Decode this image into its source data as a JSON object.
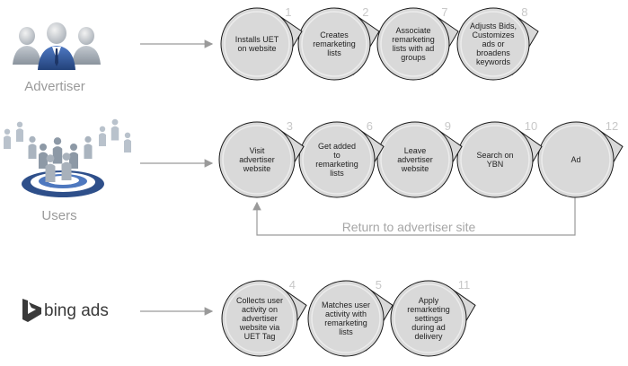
{
  "actors": {
    "advertiser": "Advertiser",
    "users": "Users",
    "bing": "bing ads"
  },
  "advertiser_steps": [
    {
      "number": "1",
      "lines": [
        "Installs UET",
        "on website"
      ]
    },
    {
      "number": "2",
      "lines": [
        "Creates",
        "remarketing",
        "lists"
      ]
    },
    {
      "number": "7",
      "lines": [
        "Associate",
        "remarketing",
        "lists with ad",
        "groups"
      ]
    },
    {
      "number": "8",
      "lines": [
        "Adjusts Bids,",
        "Customizes",
        "ads or",
        "broadens",
        "keywords"
      ]
    }
  ],
  "user_steps": [
    {
      "number": "3",
      "lines": [
        "Visit",
        "advertiser",
        "website"
      ]
    },
    {
      "number": "6",
      "lines": [
        "Get added",
        "to",
        "remarketing",
        "lists"
      ]
    },
    {
      "number": "9",
      "lines": [
        "Leave",
        "advertiser",
        "website"
      ]
    },
    {
      "number": "10",
      "lines": [
        "Search on",
        "YBN"
      ]
    },
    {
      "number": "12",
      "lines": [
        "Ad"
      ]
    }
  ],
  "bing_steps": [
    {
      "number": "4",
      "lines": [
        "Collects user",
        "activity on",
        "advertiser",
        "website via",
        "UET Tag"
      ]
    },
    {
      "number": "5",
      "lines": [
        "Matches user",
        "activity with",
        "remarketing",
        "lists"
      ]
    },
    {
      "number": "11",
      "lines": [
        "Apply",
        "remarketing",
        "settings",
        "during ad",
        "delivery"
      ]
    }
  ],
  "return_label": "Return to advertiser site",
  "colors": {
    "circle_fill": "#d9d9d9",
    "circle_stroke": "#1a1a1a",
    "connector": "#9a9a9a",
    "person_blue": "#2f5597",
    "person_grey": "#9aa3ad",
    "target_blue": "#2e4f8a"
  }
}
